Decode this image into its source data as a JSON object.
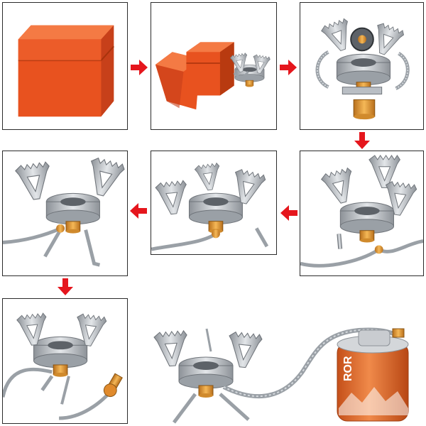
{
  "figure": {
    "description_hidden": false,
    "step_count": 8,
    "colors": {
      "case_orange": "#e8521f",
      "case_shadow": "#b83a10",
      "steel": "#b9bec4",
      "steel_dark": "#7c8187",
      "brass": "#e39a36",
      "arrow_red": "#e5161d",
      "frame": "#2b2b2b",
      "canister_orange": "#e86a2a",
      "canister_cap": "#c9ccd0"
    },
    "icons": {
      "arrow": "red-arrow-icon",
      "case": "orange-storage-case",
      "stove": "folding-camping-stove",
      "canister": "gas-canister"
    },
    "canister_label": "ROR"
  }
}
